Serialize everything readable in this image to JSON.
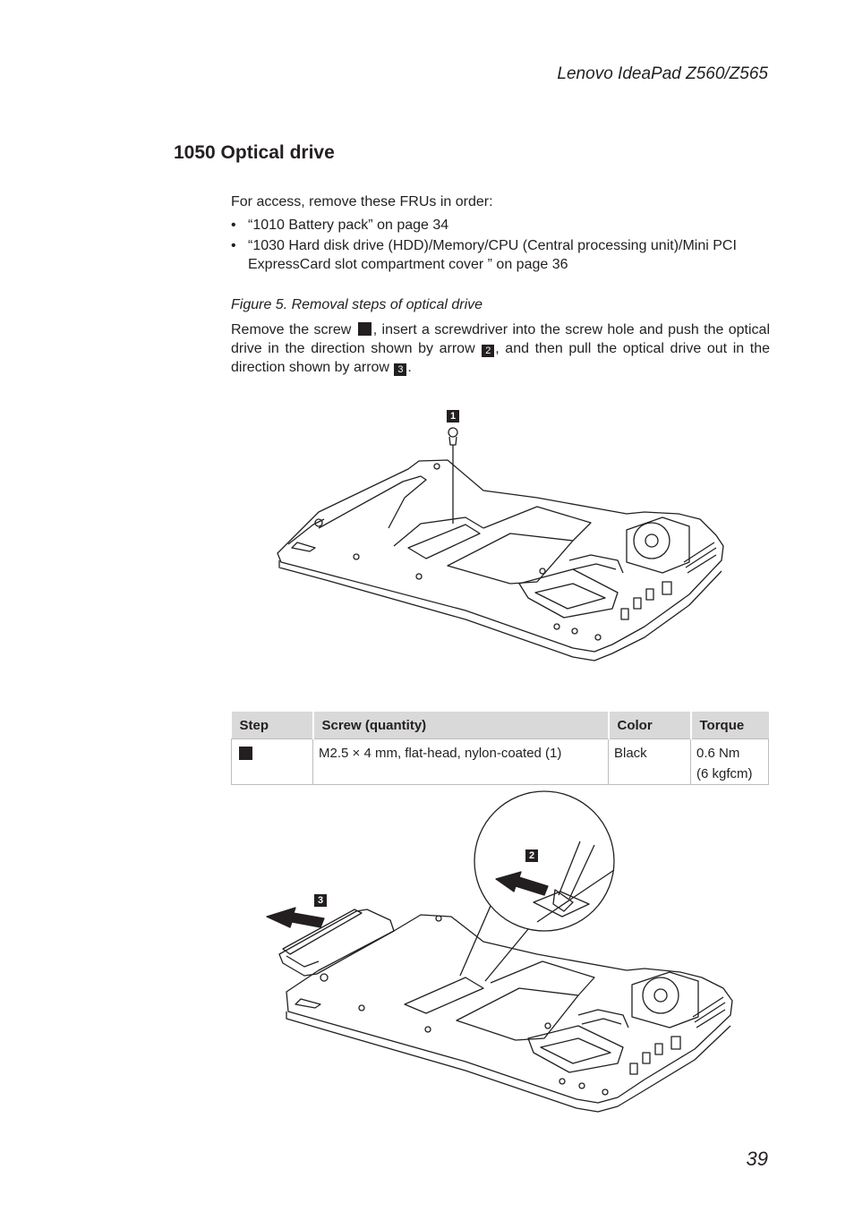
{
  "header": {
    "title": "Lenovo IdeaPad Z560/Z565"
  },
  "section": {
    "title": "1050 Optical drive"
  },
  "access": {
    "intro": "For access, remove these FRUs in order:",
    "bullets": [
      "“1010 Battery pack” on page 34",
      "“1030 Hard disk drive (HDD)/Memory/CPU (Central processing unit)/Mini PCI ExpressCard slot compartment cover ” on page 36"
    ],
    "bullet_char": "•"
  },
  "figure": {
    "caption": "Figure 5. Removal steps of optical drive",
    "instruction": {
      "part1": "Remove the screw",
      "part2": ", insert a screwdriver into the screw hole and push the optical drive in the direction shown by arrow",
      "badge2": "2",
      "part3": ", and then pull the optical drive out in the direction shown by arrow",
      "badge3": "3",
      "part4": "."
    },
    "callouts": {
      "c1": "1",
      "c2": "2",
      "c3": "3"
    }
  },
  "table": {
    "headers": [
      "Step",
      "Screw (quantity)",
      "Color",
      "Torque"
    ],
    "rows": [
      {
        "screw": "M2.5 × 4 mm, flat-head, nylon-coated (1)",
        "color": "Black",
        "torque_line1": "0.6 Nm",
        "torque_line2": "(6 kgfcm)"
      }
    ]
  },
  "footer": {
    "page_number": "39"
  }
}
